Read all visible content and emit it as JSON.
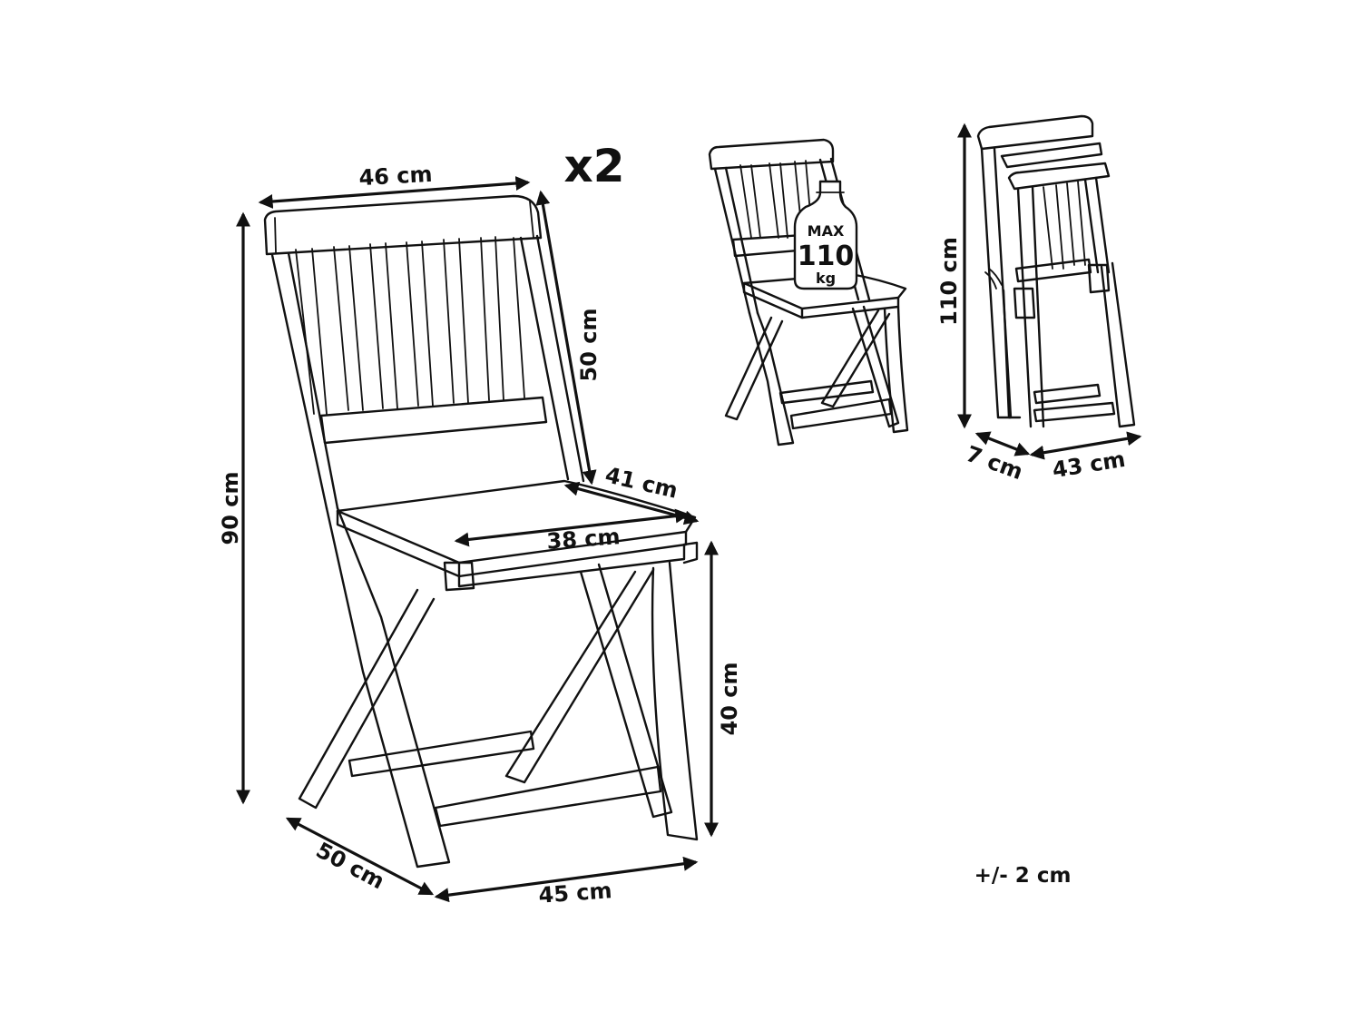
{
  "multiplier": "x2",
  "tolerance": "+/- 2 cm",
  "dimensions": {
    "backrest_width": "46 cm",
    "backrest_height": "50 cm",
    "seat_depth": "41 cm",
    "seat_width": "38 cm",
    "total_height": "90 cm",
    "seat_height": "40 cm",
    "base_depth": "50 cm",
    "base_width": "45 cm",
    "folded_height": "110 cm",
    "folded_depth": "7 cm",
    "folded_width": "43 cm"
  },
  "max_load": {
    "line1": "MAX",
    "line2": "110",
    "line3": "kg"
  },
  "icons": [
    "chair-front-view",
    "chair-small-view",
    "chair-folded-view",
    "weight-icon"
  ],
  "colors": {
    "ink": "#111111",
    "background": "#ffffff"
  }
}
